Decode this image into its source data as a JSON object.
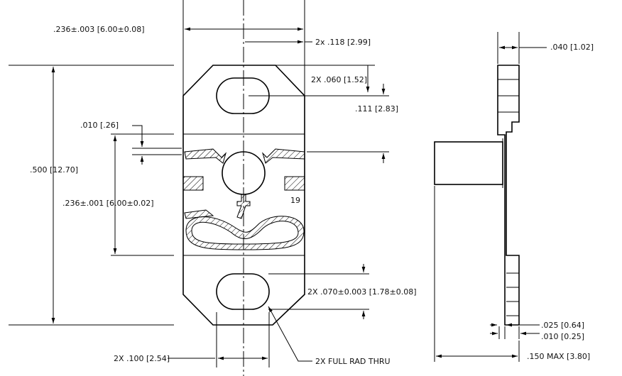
{
  "dimensions": {
    "top_width": ".236±.003  [6.00±0.08]",
    "half_width": "2x .118 [2.99]",
    "slot_height": "2X .060 [1.52]",
    "slot_offset": ".111  [2.83]",
    "gap": ".010  [.26]",
    "overall_length": ".500 [12.70]",
    "body_width": ".236±.001  [6.00±0.02]",
    "slot_width": "2X .070±0.003 [1.78±0.08]",
    "hole_spacing": "2X .100 [2.54]",
    "full_rad": "2X FULL RAD THRU",
    "part_number": "19",
    "side_thickness": ".040 [1.02]",
    "side_step": ".025  [0.64]",
    "side_min": ".010  [0.25]",
    "side_max": ".150  MAX  [3.80]"
  }
}
